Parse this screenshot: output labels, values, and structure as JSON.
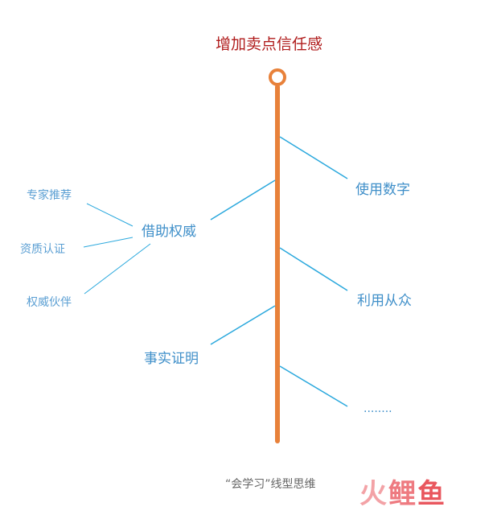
{
  "diagram": {
    "title": "增加卖点信任感",
    "branches": {
      "b1": "使用数字",
      "b2": "借助权威",
      "b3": "利用从众",
      "b4": "事实证明",
      "b5": "........"
    },
    "sub_branches": {
      "s1": "专家推荐",
      "s2": "资质认证",
      "s3": "权威伙伴"
    },
    "colors": {
      "spine": "#e8813a",
      "connector": "#2aa8dd",
      "title": "#b01c1c"
    }
  },
  "caption": "“会学习”线型思维",
  "watermark": {
    "c1": "火",
    "c2": "鲤",
    "c3": "鱼"
  }
}
